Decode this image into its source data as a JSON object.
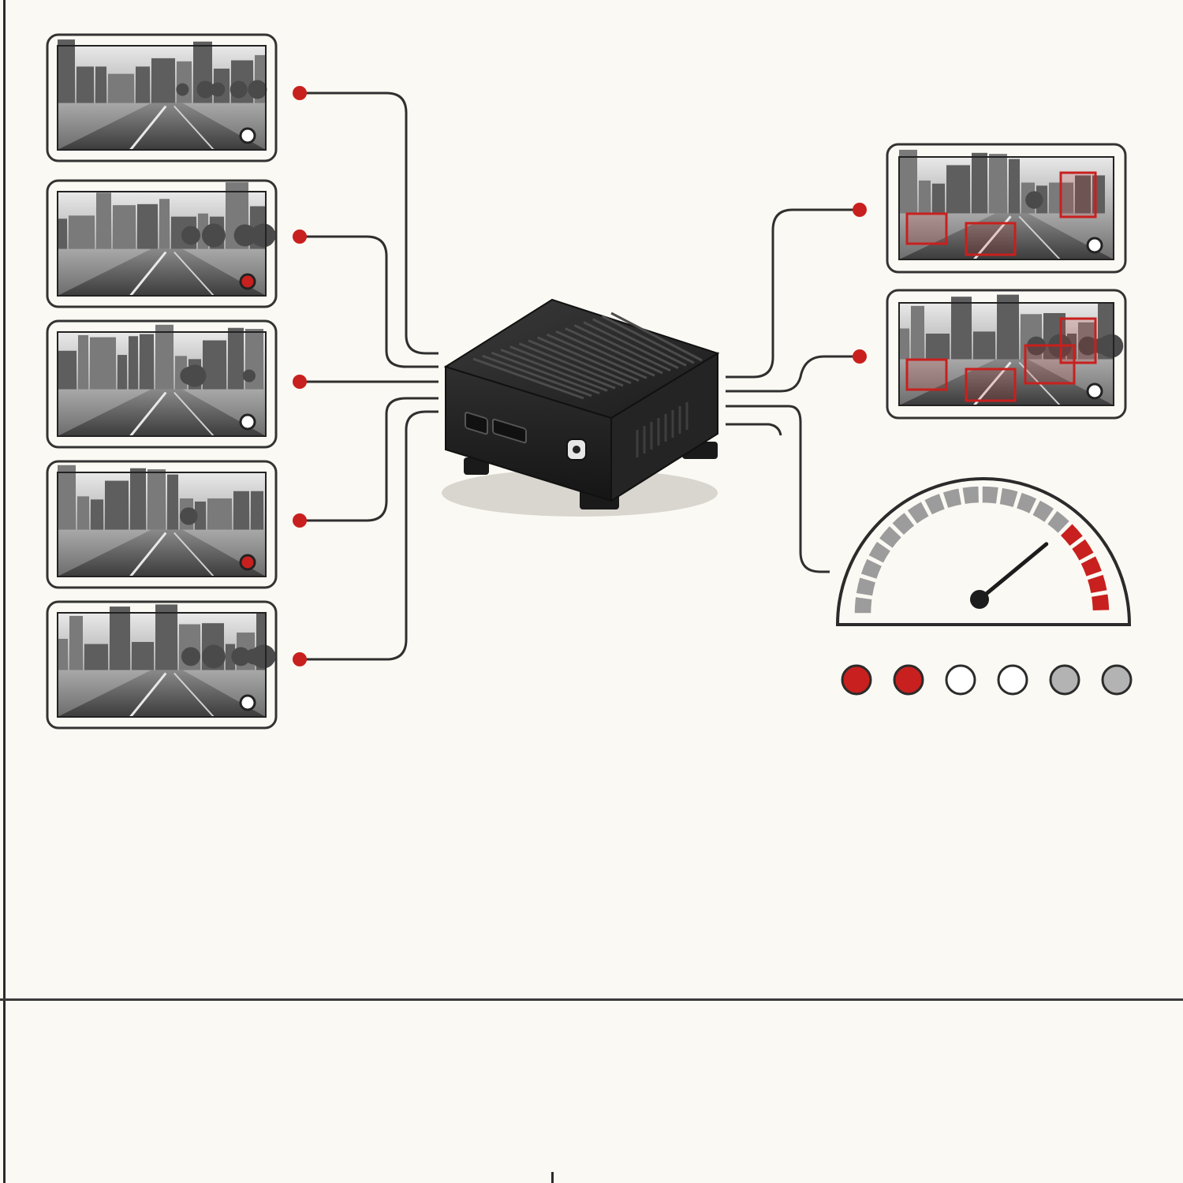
{
  "colors": {
    "background": "#fbf9f3",
    "line": "#2f2f2f",
    "accent_red": "#c8201e",
    "frame": "#3a3a3a",
    "device": "#2b2b2b"
  },
  "inputs": [
    {
      "name": "camera-feed-1",
      "indicator": "white"
    },
    {
      "name": "camera-feed-2",
      "indicator": "red"
    },
    {
      "name": "camera-feed-3",
      "indicator": "white"
    },
    {
      "name": "camera-feed-4",
      "indicator": "red"
    },
    {
      "name": "camera-feed-5",
      "indicator": "white"
    }
  ],
  "outputs": [
    {
      "name": "detection-feed-1",
      "detections": 3
    },
    {
      "name": "detection-feed-2",
      "detections": 4
    }
  ],
  "gauge": {
    "needle_fraction": 0.78,
    "red_zone_start_fraction": 0.72
  },
  "status_dots": [
    {
      "state": "red"
    },
    {
      "state": "red"
    },
    {
      "state": "white"
    },
    {
      "state": "white"
    },
    {
      "state": "gray"
    },
    {
      "state": "gray"
    }
  ]
}
